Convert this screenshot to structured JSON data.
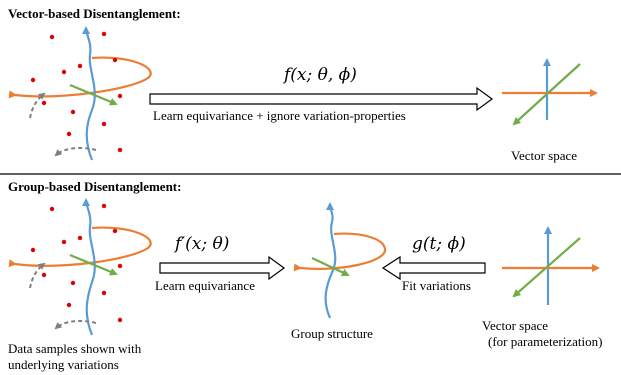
{
  "sections": {
    "top": {
      "title": "Vector-based Disentanglement:"
    },
    "bottom": {
      "title": "Group-based Disentanglement:"
    }
  },
  "top": {
    "formula": "f(x; θ, ϕ)",
    "arrow_label": "Learn equivariance + ignore variation-properties",
    "space_label": "Vector space"
  },
  "bottom": {
    "formula_left": "f′(x; θ)",
    "arrow_left_label": "Learn equivariance",
    "group_label": "Group structure",
    "formula_right": "g(t; ϕ)",
    "arrow_right_label": "Fit variations",
    "space_label_line1": "Vector space",
    "space_label_line2": "(for parameterization)",
    "samples_label_line1": "Data samples shown with",
    "samples_label_line2": "underlying variations"
  },
  "colors": {
    "orange": "#ED7D31",
    "blue": "#5B9BD5",
    "green": "#70AD47",
    "red": "#E00000",
    "gray": "#7F7F7F"
  }
}
